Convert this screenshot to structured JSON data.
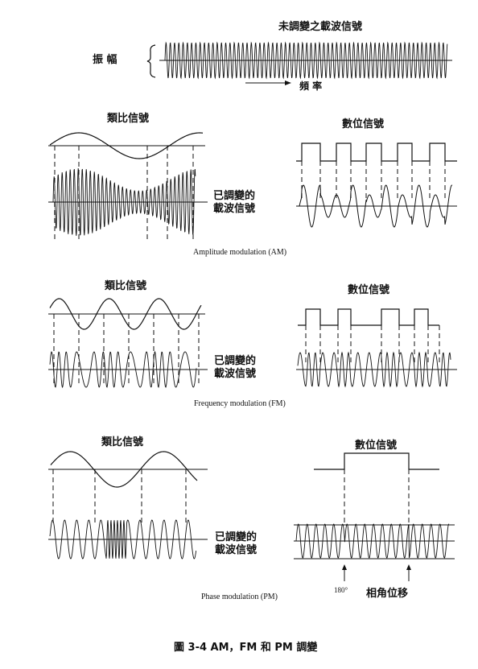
{
  "top": {
    "title": "未調變之載波信號",
    "amplitude_label": "振 幅",
    "frequency_label": "頻 率"
  },
  "am": {
    "analog_title": "類比信號",
    "digital_title": "數位信號",
    "modulated_line1": "已調變的",
    "modulated_line2": "載波信號",
    "caption": "Amplitude modulation (AM)"
  },
  "fm": {
    "analog_title": "類比信號",
    "digital_title": "數位信號",
    "modulated_line1": "已調變的",
    "modulated_line2": "載波信號",
    "caption": "Frequency modulation (FM)"
  },
  "pm": {
    "analog_title": "類比信號",
    "digital_title": "數位信號",
    "modulated_line1": "已調變的",
    "modulated_line2": "載波信號",
    "caption": "Phase modulation (PM)",
    "phase_degree": "180°",
    "phase_shift_label": "相角位移"
  },
  "figure_caption": "圖 3-4  AM，FM 和 PM 調變",
  "colors": {
    "ink": "#111111",
    "background": "#ffffff"
  }
}
